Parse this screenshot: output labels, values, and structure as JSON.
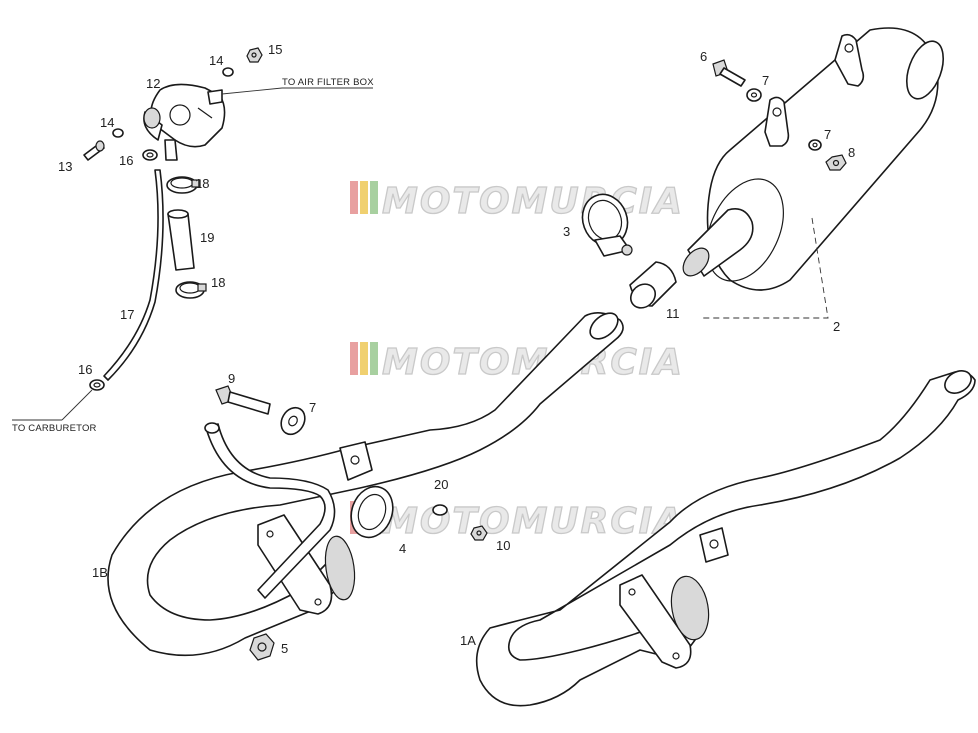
{
  "callouts": {
    "p1A": "1A",
    "p1B": "1B",
    "p2": "2",
    "p3": "3",
    "p4": "4",
    "p5": "5",
    "p6": "6",
    "p7a": "7",
    "p7b": "7",
    "p7c": "7",
    "p8": "8",
    "p9": "9",
    "p10": "10",
    "p11": "11",
    "p12": "12",
    "p13": "13",
    "p14a": "14",
    "p14b": "14",
    "p15": "15",
    "p16a": "16",
    "p16b": "16",
    "p17": "17",
    "p18a": "18",
    "p18b": "18",
    "p19": "19",
    "p20": "20"
  },
  "notes": {
    "air_filter": "TO AIR FILTER BOX",
    "carburetor": "TO CARBURETOR"
  },
  "watermark": {
    "text": "MOTOMURCIA",
    "stripe_colors": [
      "#e8a0a0",
      "#f0d070",
      "#a8d0a0"
    ]
  }
}
